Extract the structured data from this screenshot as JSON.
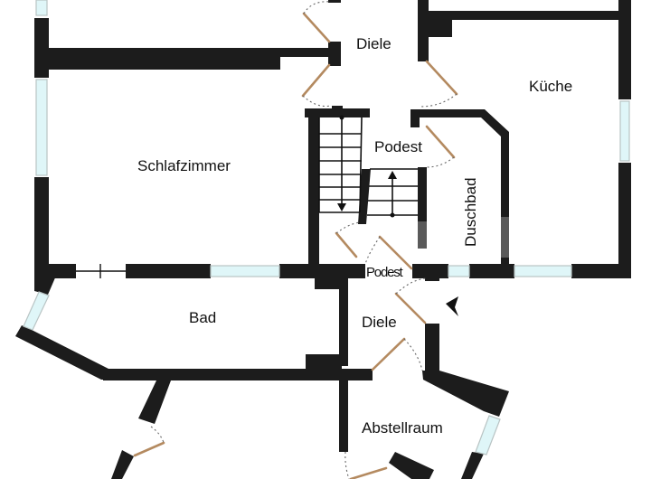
{
  "plan": {
    "title": "Grundriss",
    "rooms": {
      "diele_top": "Diele",
      "kueche": "Küche",
      "schlafzimmer": "Schlafzimmer",
      "podest_top": "Podest",
      "duschbad": "Duschbad",
      "podest_bottom": "Podest",
      "bad": "Bad",
      "diele_bottom": "Diele",
      "abstellraum": "Abstellraum"
    },
    "icons": {
      "entrance": "entrance-arrow-icon",
      "stairs_down": "stairs-down-arrow",
      "stairs_up": "stairs-up-arrow"
    },
    "colors": {
      "wall": "#1c1c1c",
      "window": "#dff6f8",
      "door": "#b48a60"
    }
  }
}
